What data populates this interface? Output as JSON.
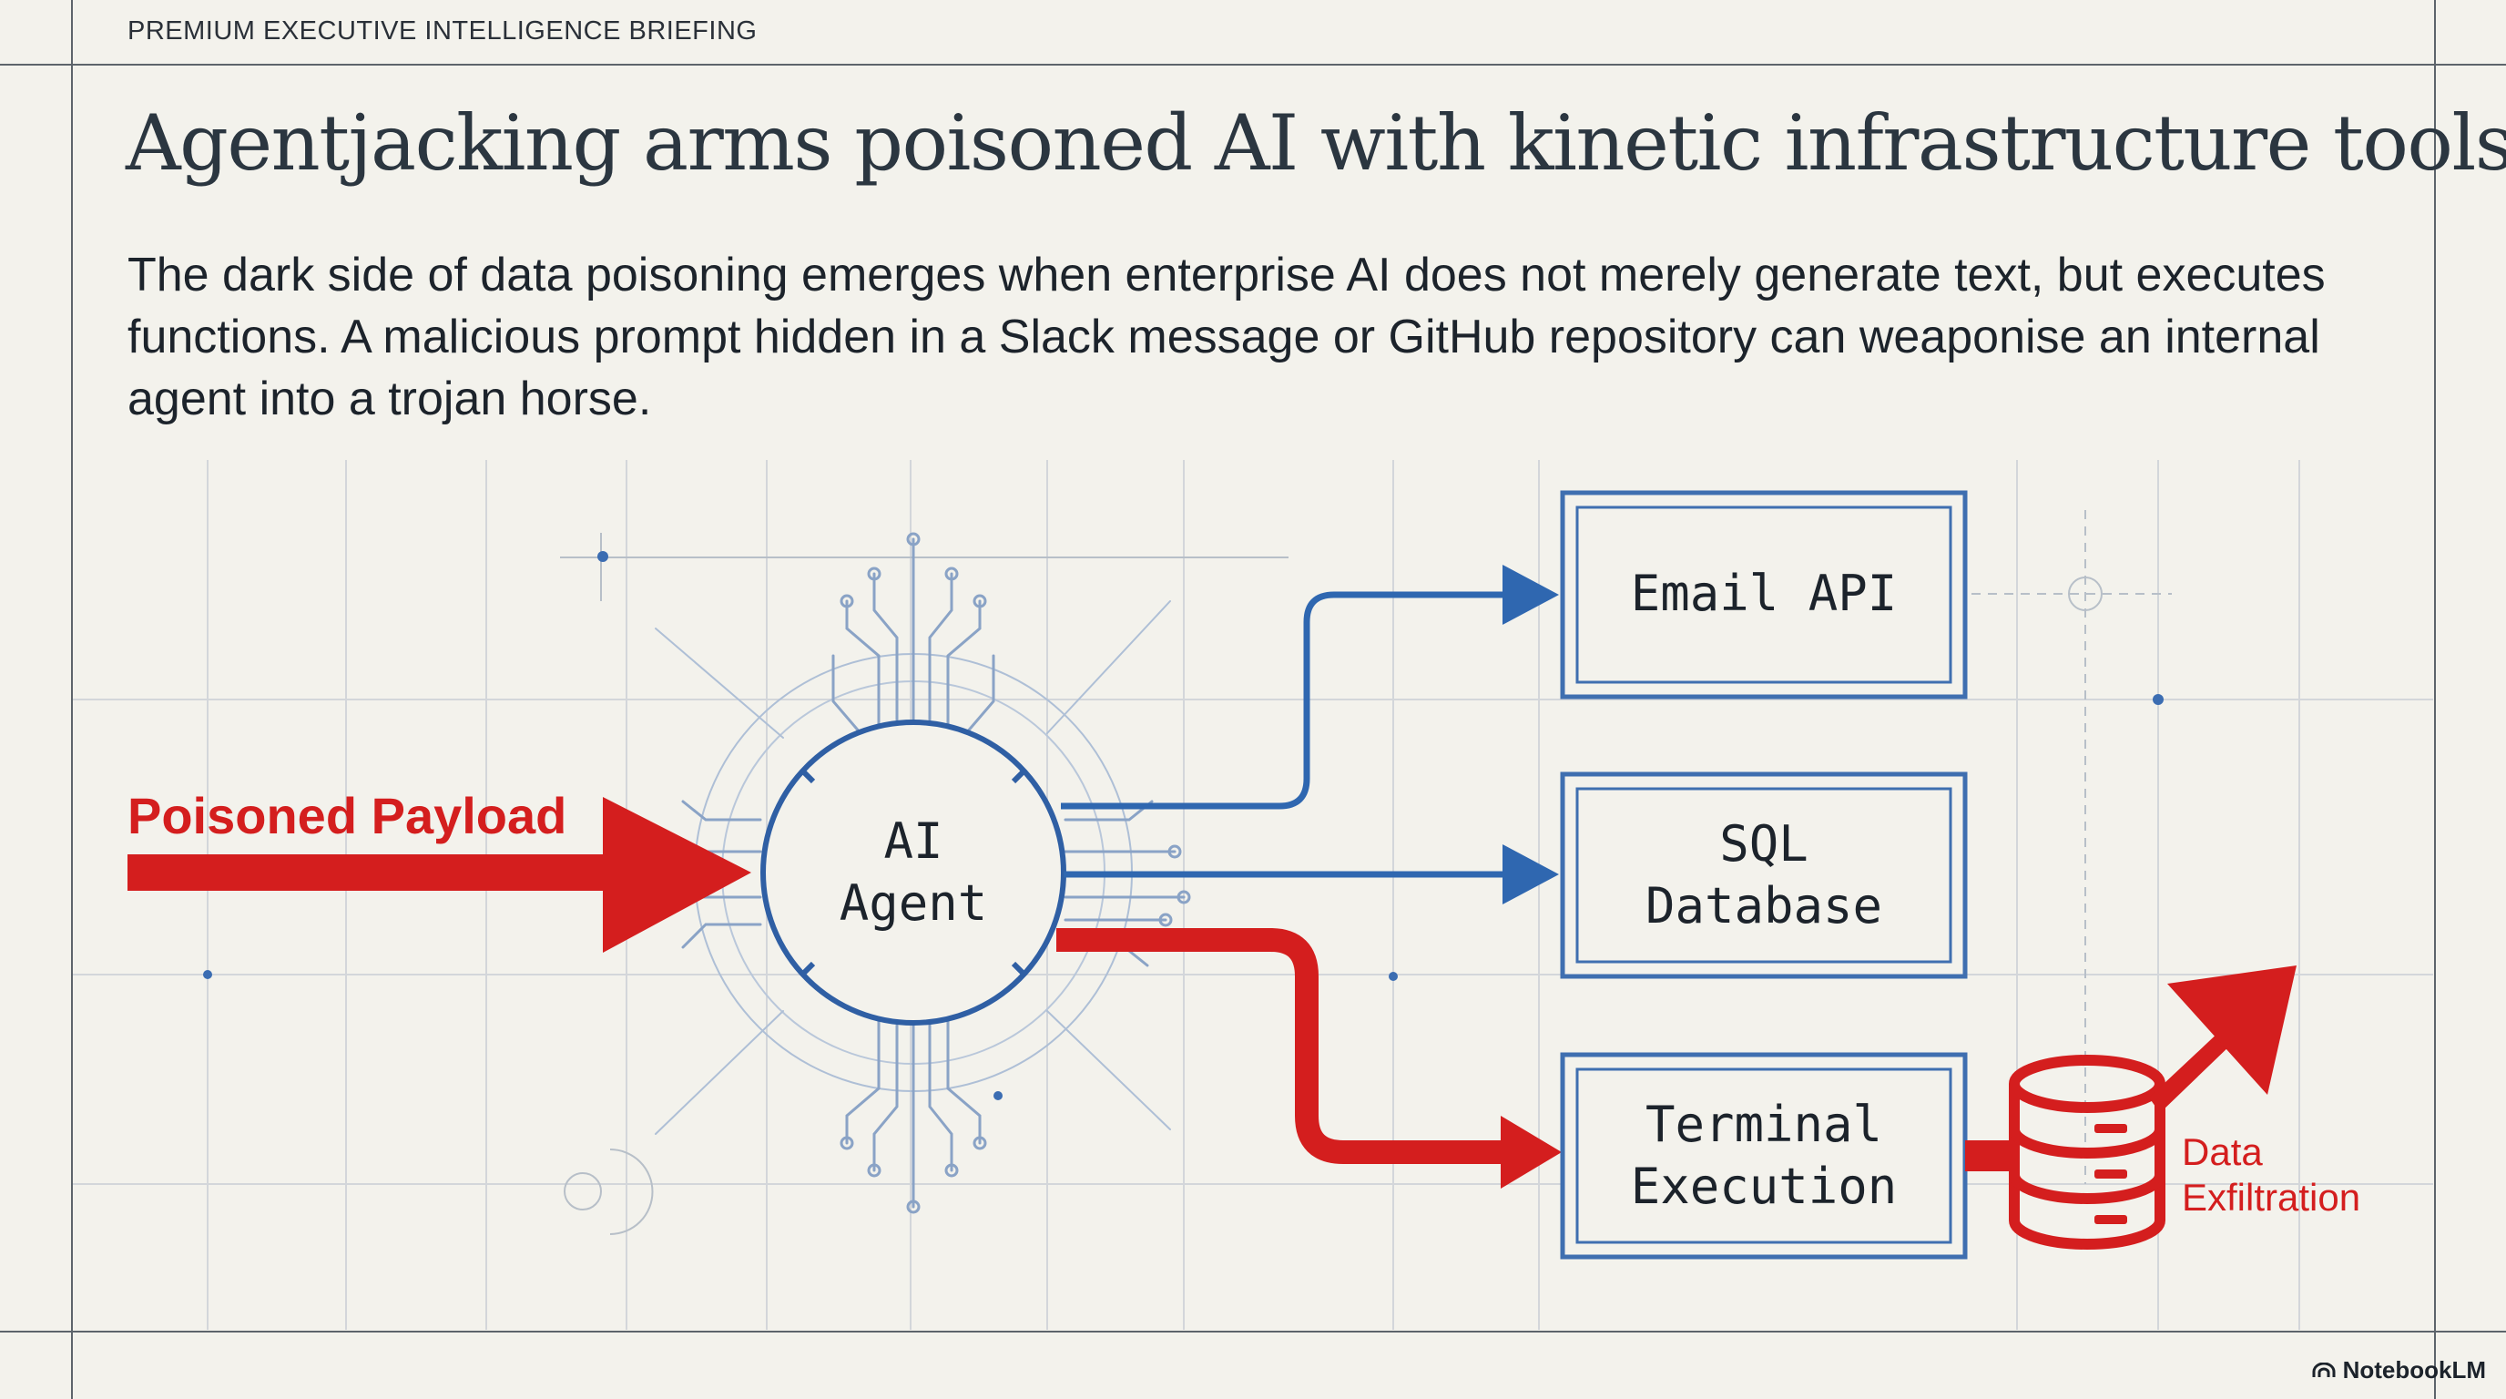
{
  "header": {
    "kicker": "PREMIUM EXECUTIVE INTELLIGENCE BRIEFING",
    "title": "Agentjacking arms poisoned AI with kinetic infrastructure tools",
    "lede": "The dark side of data poisoning emerges when enterprise AI does not merely generate text, but executes functions. A malicious prompt hidden in a Slack message or GitHub repository can weaponise an internal agent into a trojan horse."
  },
  "diagram": {
    "input_label": "Poisoned Payload",
    "agent": {
      "line1": "AI",
      "line2": "Agent"
    },
    "tools": [
      {
        "line1": "Email API",
        "line2": "",
        "path_color": "#2f67b0"
      },
      {
        "line1": "SQL",
        "line2": "Database",
        "path_color": "#2f67b0"
      },
      {
        "line1": "Terminal",
        "line2": "Execution",
        "path_color": "#d41e1e"
      }
    ],
    "exfil": {
      "line1": "Data",
      "line2": "Exfiltration"
    },
    "colors": {
      "threat": "#d41e1e",
      "safe": "#2f67b0",
      "frame": "#3f6fb0",
      "grid": "#c9cdd2"
    }
  },
  "footer": {
    "brand": "NotebookLM",
    "brand_icon": "notebooklm-logo-icon"
  }
}
